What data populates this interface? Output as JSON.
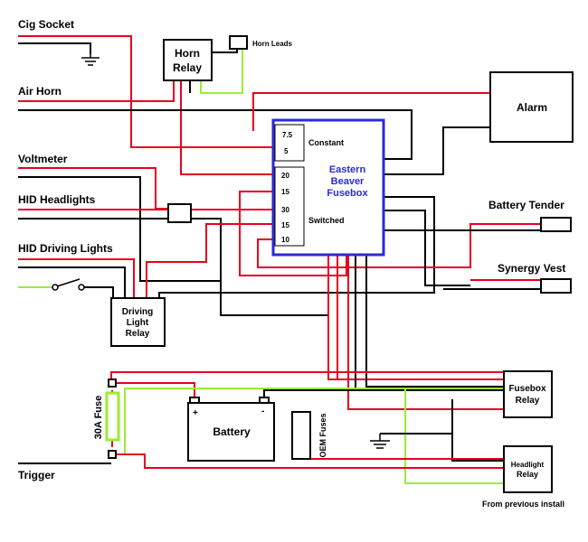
{
  "labels": {
    "cig_socket": "Cig Socket",
    "air_horn": "Air Horn",
    "voltmeter": "Voltmeter",
    "hid_headlights": "HID Headlights",
    "hid_driving_lights": "HID Driving Lights",
    "trigger": "Trigger",
    "battery_tender": "Battery Tender",
    "synergy_vest": "Synergy Vest",
    "horn_leads": "Horn Leads",
    "from_previous_install": "From previous install"
  },
  "horn_relay": {
    "line1": "Horn",
    "line2": "Relay"
  },
  "alarm": {
    "label": "Alarm"
  },
  "fusebox": {
    "title_line1": "Eastern",
    "title_line2": "Beaver",
    "title_line3": "Fusebox",
    "constant_label": "Constant",
    "switched_label": "Switched",
    "constant_fuses": [
      "7.5",
      "5"
    ],
    "switched_fuses": [
      "20",
      "15",
      "30",
      "15",
      "10"
    ]
  },
  "driving_light_relay": {
    "line1": "Driving",
    "line2": "Light",
    "line3": "Relay"
  },
  "fusebox_relay": {
    "line1": "Fusebox",
    "line2": "Relay"
  },
  "headlight_relay": {
    "line1": "Headlight",
    "line2": "Relay"
  },
  "battery": {
    "label": "Battery",
    "plus": "+",
    "minus": "-"
  },
  "fuse_30a": {
    "label": "30A Fuse"
  },
  "oem_fuses": {
    "label": "OEM Fuses"
  },
  "colors": {
    "red_wire": "#e8001c",
    "black_wire": "#000000",
    "green_wire": "#99ee33",
    "fusebox_border": "#2b2bd6"
  }
}
